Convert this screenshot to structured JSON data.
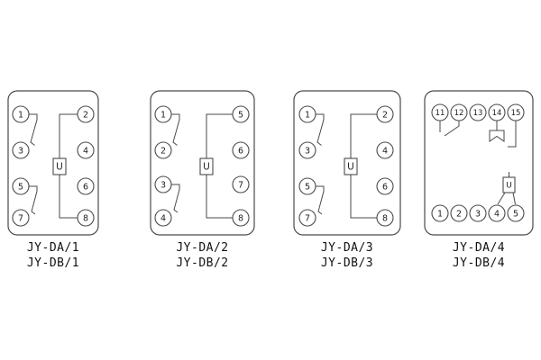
{
  "colors": {
    "ink": "#4a4a4a",
    "background": "#ffffff"
  },
  "panels": [
    {
      "labels": [
        "JY-DA/1",
        "JY-DB/1"
      ],
      "left": [
        "1",
        "3",
        "5",
        "7"
      ],
      "right": [
        "2",
        "4",
        "6",
        "8"
      ],
      "coil": "U"
    },
    {
      "labels": [
        "JY-DA/2",
        "JY-DB/2"
      ],
      "left": [
        "1",
        "2",
        "3",
        "4"
      ],
      "right": [
        "5",
        "6",
        "7",
        "8"
      ],
      "coil": "U"
    },
    {
      "labels": [
        "JY-DA/3",
        "JY-DB/3"
      ],
      "left": [
        "1",
        "3",
        "5",
        "7"
      ],
      "right": [
        "2",
        "4",
        "6",
        "8"
      ],
      "coil": "U"
    },
    {
      "labels": [
        "JY-DA/4",
        "JY-DB/4"
      ],
      "top": [
        "11",
        "12",
        "13",
        "14",
        "15"
      ],
      "bottom": [
        "1",
        "2",
        "3",
        "4",
        "5"
      ],
      "coil": "U"
    }
  ]
}
